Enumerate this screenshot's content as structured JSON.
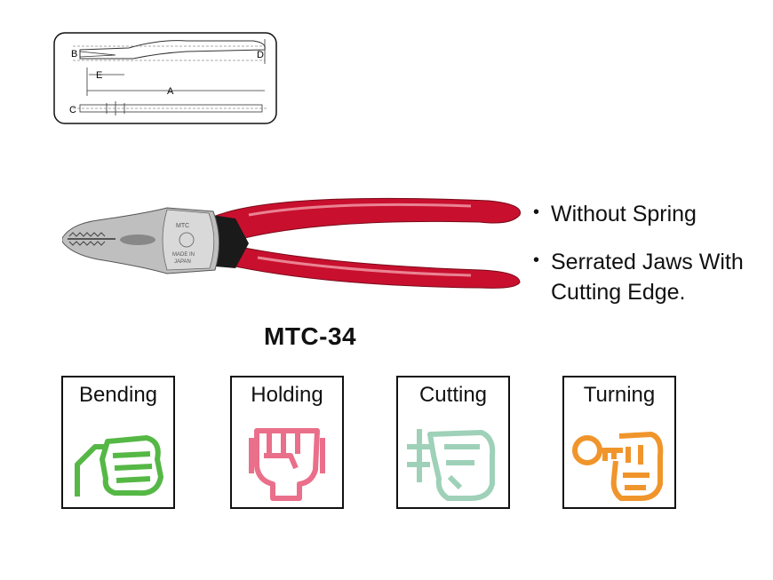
{
  "diagram": {
    "dimension_labels": [
      "B",
      "D",
      "E",
      "A",
      "C"
    ]
  },
  "product": {
    "model": "MTC-34",
    "stamp_text": [
      "MTC",
      "MADE IN",
      "JAPAN"
    ]
  },
  "features": [
    {
      "text": "Without Spring"
    },
    {
      "text": "Serrated Jaws With Cutting Edge."
    }
  ],
  "uses": [
    {
      "label": "Bending",
      "icon": "bending-hand-icon",
      "color": "#55b845"
    },
    {
      "label": "Holding",
      "icon": "holding-fist-icon",
      "color": "#ea6f8a"
    },
    {
      "label": "Cutting",
      "icon": "cutting-hand-icon",
      "color": "#9ed1b8"
    },
    {
      "label": "Turning",
      "icon": "turning-key-icon",
      "color": "#f0952c"
    }
  ]
}
